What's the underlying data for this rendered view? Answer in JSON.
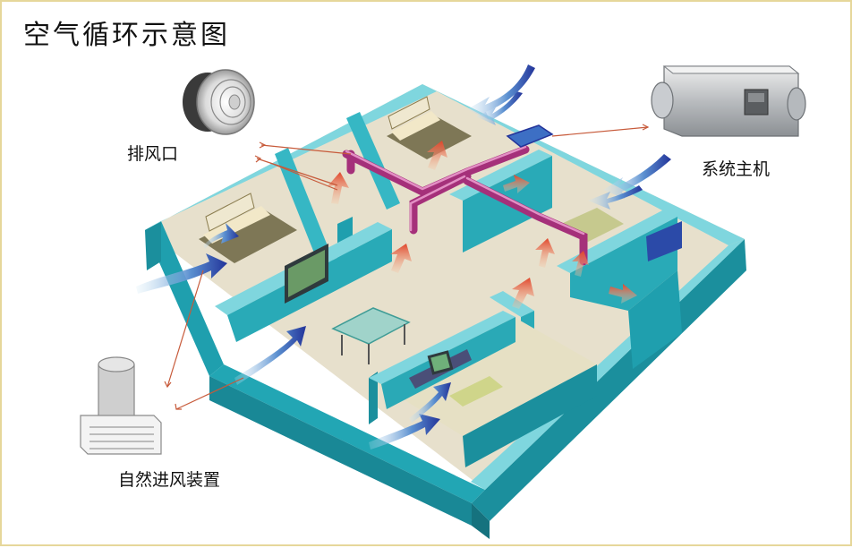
{
  "title": "空气循环示意图",
  "labels": {
    "exhaust_vent": "排风口",
    "main_unit": "系统主机",
    "natural_intake": "自然进风装置"
  },
  "colors": {
    "frame": "#e6d79a",
    "wall_top": "#7fd6de",
    "wall_side": "#1f9fae",
    "floor": "#e7e0cc",
    "duct": "#a5307a",
    "fresh_air": "#2a3f9e",
    "warm_air": "#e0572a",
    "leader_line": "#c75a3a"
  }
}
